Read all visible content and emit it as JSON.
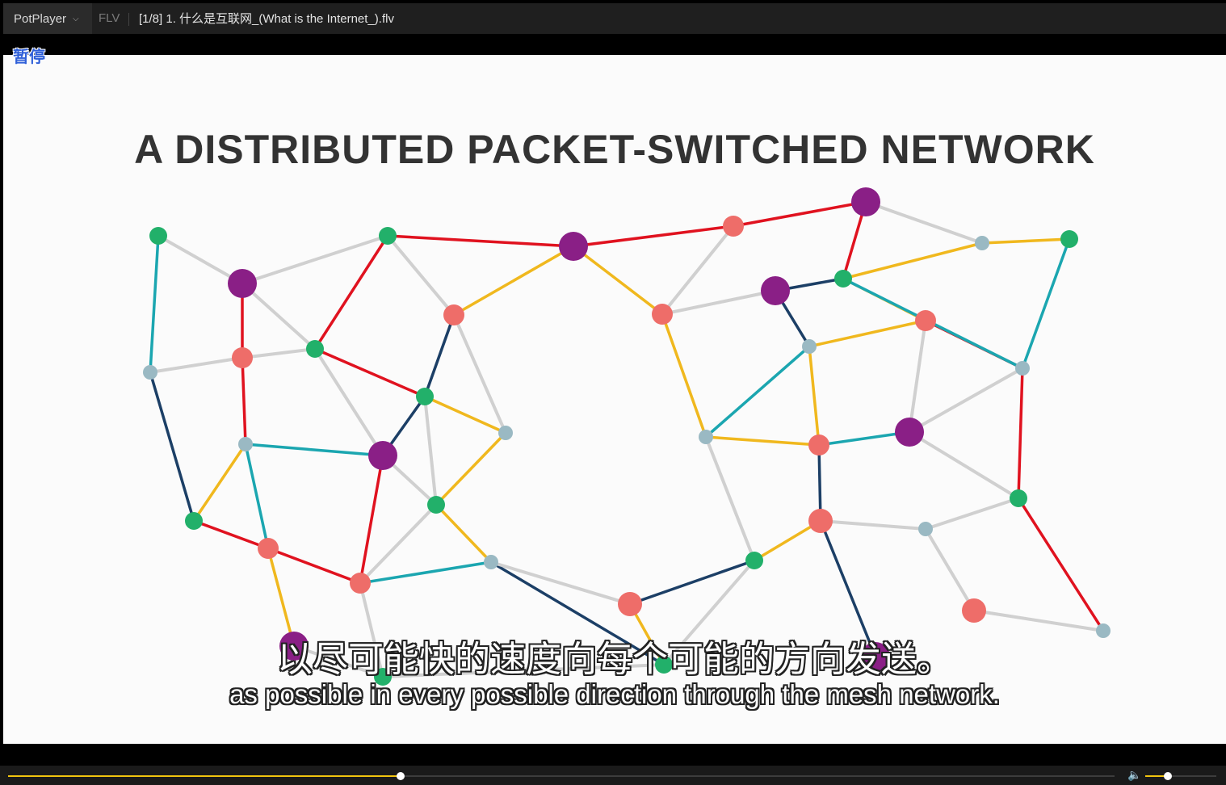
{
  "titlebar": {
    "app_name": "PotPlayer",
    "format": "FLV",
    "file_title": "[1/8] 1. 什么是互联网_(What is the Internet_).flv"
  },
  "osd": {
    "status": "暂停"
  },
  "video": {
    "slide_title": "A DISTRIBUTED PACKET-SWITCHED NETWORK",
    "subtitle_cn": "以尽可能快的速度向每个可能的方向发送。",
    "subtitle_en": "as possible in every possible direction through the mesh network."
  },
  "controls": {
    "progress": 0.355,
    "volume": 0.32
  },
  "colors": {
    "red": "#e0121f",
    "yellow": "#f0b81e",
    "teal": "#1ba6b0",
    "navy": "#1c3f66",
    "gray": "#d0d0d0",
    "purple": "#8a1f86",
    "salmon": "#ee6d69",
    "green": "#22b06a",
    "bluegray": "#9ab9c3",
    "accent": "#f1c40f"
  },
  "icons": {
    "dropdown": "chevron-down-icon",
    "volume": "speaker-icon"
  }
}
